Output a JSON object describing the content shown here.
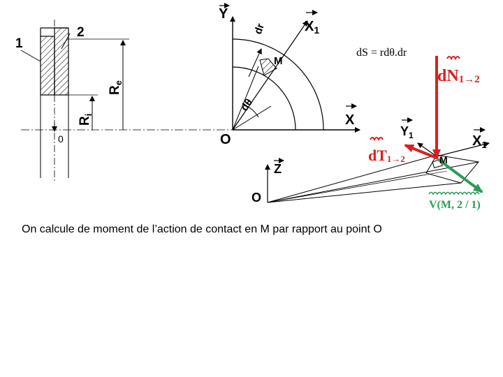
{
  "labels": {
    "part1": "1",
    "part2": "2",
    "ri": "R",
    "ri_sub": "i",
    "re": "R",
    "re_sub": "e",
    "origin0": "0",
    "y": "Y",
    "x": "X",
    "x1": "X",
    "x1_sub": "1",
    "dr": "dr",
    "m": "M",
    "dtheta": "dθ",
    "o": "O",
    "ds_formula": "dS = rdθ.dr",
    "dn": "dN",
    "dn_sub": "1→2",
    "dt": "dT",
    "dt_sub": "1→2",
    "y1": "Y",
    "y1_sub": "1",
    "x1b": "X",
    "x1b_sub": "1",
    "m2": "M",
    "z": "Z",
    "o2": "O",
    "velocity": "V(M, 2 / 1)"
  },
  "caption": "On calcule de moment de l’action de contact en M par rapport au point O",
  "colors": {
    "force": "#d82020",
    "velocity": "#2e9a5a"
  }
}
